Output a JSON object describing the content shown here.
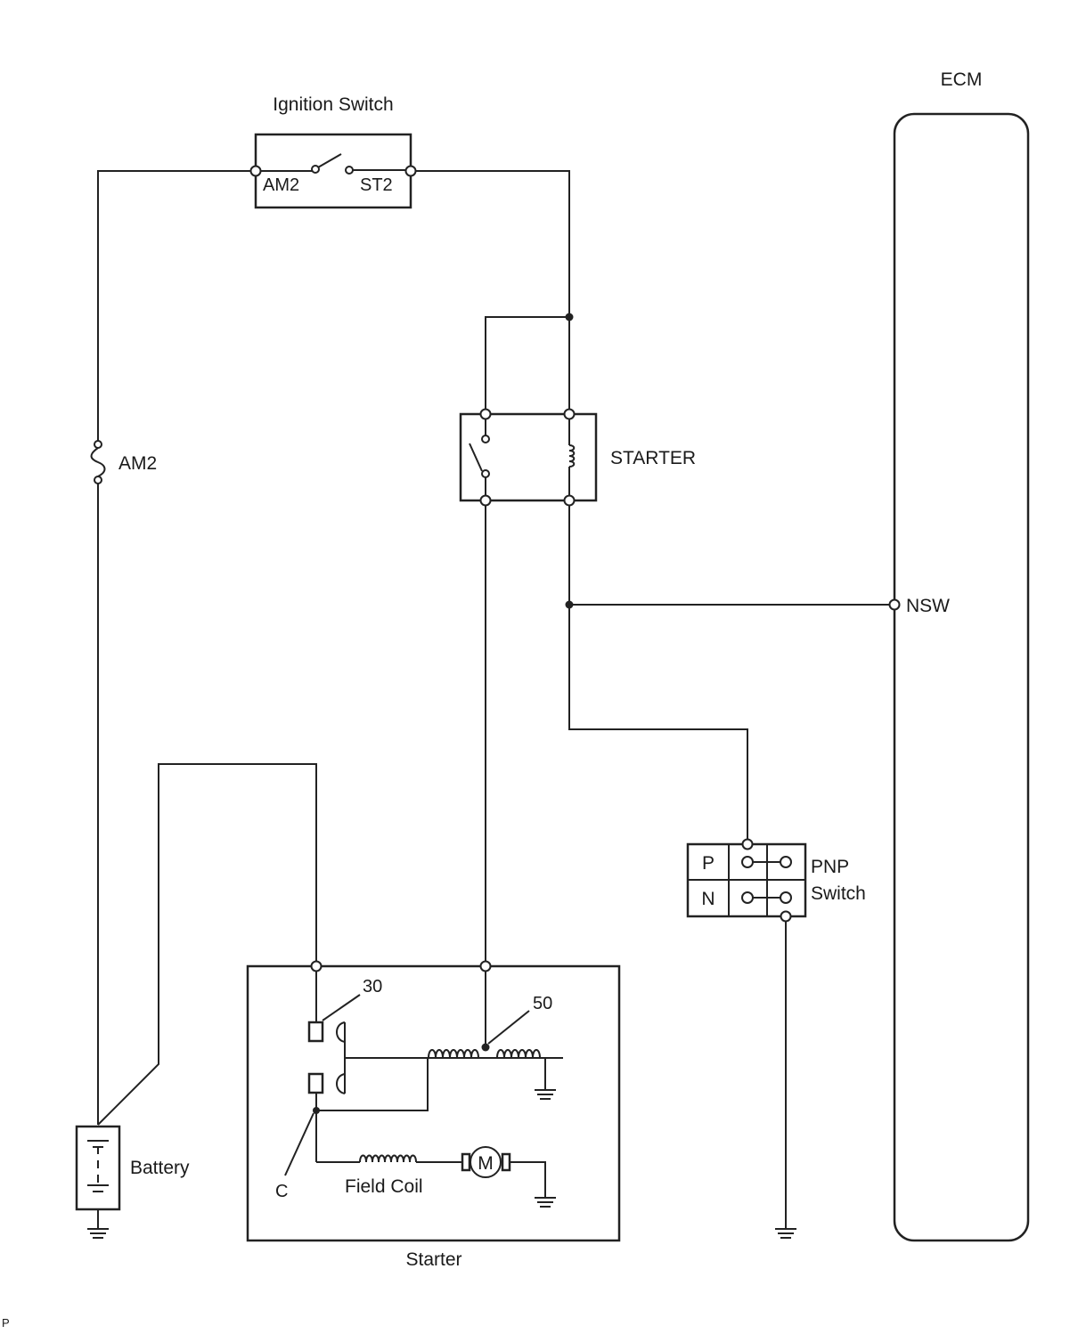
{
  "labels": {
    "ecm": "ECM",
    "ignition_switch": "Ignition Switch",
    "am2_terminal": "AM2",
    "st2_terminal": "ST2",
    "fuse_am2": "AM2",
    "starter_relay": "STARTER",
    "nsw": "NSW",
    "pnp_p": "P",
    "pnp_n": "N",
    "pnp_line1": "PNP",
    "pnp_line2": "Switch",
    "terminal_30": "30",
    "terminal_50": "50",
    "terminal_c": "C",
    "field_coil": "Field Coil",
    "motor": "M",
    "battery": "Battery",
    "starter": "Starter",
    "corner_mark": "P"
  },
  "colors": {
    "line": "#222222",
    "text": "#1a1a1a",
    "background": "#ffffff"
  },
  "icons": {
    "ground": "ground-symbol-icon",
    "fuse": "fuse-icon",
    "coil": "coil-icon",
    "motor": "motor-icon",
    "battery": "battery-icon"
  }
}
